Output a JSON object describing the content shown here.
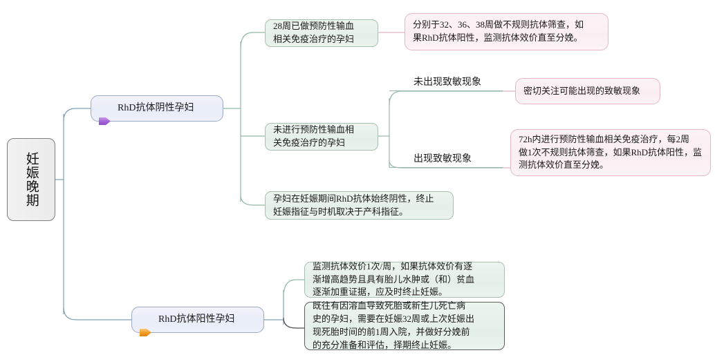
{
  "diagram": {
    "title": "妊娠晚期 RhD 抗体管理流程图",
    "root": {
      "label": "妊娠晚期"
    },
    "branches": [
      {
        "id": "rhd-negative",
        "label": "RhD抗体阴性孕妇",
        "icon": "purple-arrow-icon",
        "icon_color": "#9b59d0"
      },
      {
        "id": "rhd-positive",
        "label": "RhD抗体阳性孕妇",
        "icon": "orange-arrow-icon",
        "icon_color": "#e8941f"
      }
    ],
    "nodes": {
      "prophylaxis_done": "28周已做预防性输血\n相关免疫治疗的孕妇",
      "prophylaxis_done_note": "分别于32、36、38周做不规则抗体筛查，如\n果RhD抗体阳性，监测抗体效价直至分娩。",
      "prophylaxis_not_done": "未进行预防性输血相\n关免疫治疗的孕妇",
      "no_sensitization_label": "未出现致敏现象",
      "no_sensitization_note": "密切关注可能出现的致敏现象",
      "sensitization_label": "出现致敏现象",
      "sensitization_note": "72h内进行预防性输血相关免疫治疗，每2周\n做1次不规则抗体筛查，如果RhD抗体阳性，监\n测抗体效价直至分娩。",
      "always_negative": "孕妇在妊娠期间RhD抗体始终阴性，终止\n妊娠指征与时机取决于产科指征。",
      "positive_monitor": "监测抗体效价1次/周，如果抗体效价有逐\n渐增高趋势且具有胎儿水肿或（和）贫血\n逐渐加重证据，应及时终止妊娠。",
      "positive_history": "既往有因溶血导致死胎或新生儿死亡病\n史的孕妇，需要在妊娠32周或上次妊娠出\n现死胎时间的前1周入院，并做好分娩前\n的充分准备和评估，择期终止妊娠。"
    },
    "colors": {
      "connector": "#7f9fb5",
      "connector_green": "#8fb9a3",
      "connector_pink": "#dfb3c5",
      "connector_dark": "#4d4d4d",
      "node_green_bg": "#e8f1ea",
      "node_green_border": "#a7c0b2",
      "node_pink_bg": "#fceef3",
      "node_pink_border": "#e3b6c8",
      "node_blue_bg": "#eceff9",
      "node_blue_border": "#9aa9c4",
      "root_bg": "#efefef",
      "root_border": "#7d7d7d"
    }
  }
}
